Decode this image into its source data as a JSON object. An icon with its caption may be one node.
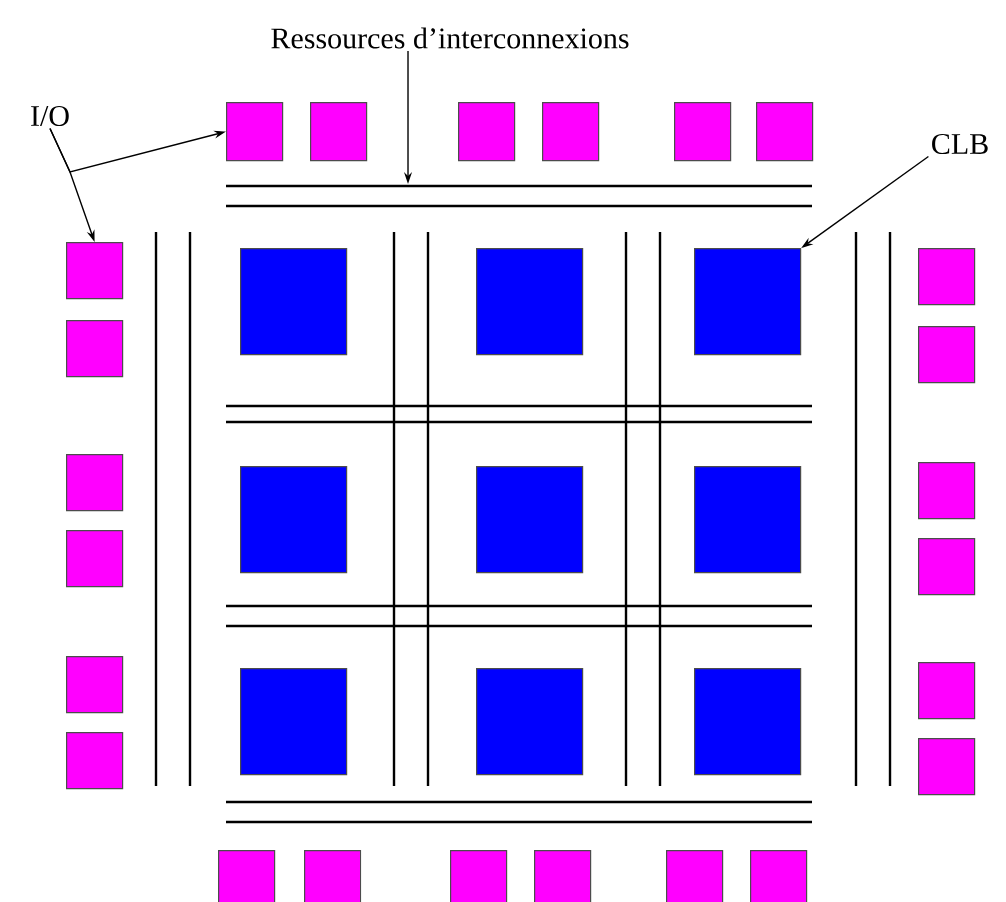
{
  "diagram": {
    "nodes": [
      {
        "text": [
          "Ressources d’interconnexions"
        ]
      },
      {
        "text": [
          "I/O"
        ]
      },
      {
        "text": [
          "CLB"
        ]
      },
      {
        "text": [],
        "shape": "box"
      },
      {
        "text": [],
        "shape": "box"
      },
      {
        "text": [],
        "shape": "box"
      },
      {
        "text": [],
        "shape": "box"
      },
      {
        "text": [],
        "shape": "box"
      },
      {
        "text": [],
        "shape": "box"
      },
      {
        "text": [],
        "shape": "box"
      },
      {
        "text": [],
        "shape": "box"
      },
      {
        "text": [],
        "shape": "box"
      },
      {
        "text": [],
        "shape": "box"
      },
      {
        "text": [],
        "shape": "box"
      },
      {
        "text": [],
        "shape": "box"
      },
      {
        "text": [],
        "shape": "box"
      },
      {
        "text": [],
        "shape": "box"
      },
      {
        "text": [],
        "shape": "box"
      },
      {
        "text": [],
        "shape": "box"
      },
      {
        "text": [],
        "shape": "box"
      },
      {
        "text": [],
        "shape": "box"
      },
      {
        "text": [],
        "shape": "box"
      },
      {
        "text": [],
        "shape": "box"
      },
      {
        "text": [],
        "shape": "box"
      },
      {
        "text": [],
        "shape": "box"
      },
      {
        "text": [],
        "shape": "box"
      },
      {
        "text": [],
        "shape": "box"
      },
      {
        "text": [],
        "shape": "box"
      },
      {
        "text": [],
        "shape": "box"
      },
      {
        "text": [],
        "shape": "box"
      },
      {
        "text": [],
        "shape": "box"
      },
      {
        "text": [],
        "shape": "box"
      },
      {
        "text": [],
        "shape": "box"
      },
      {
        "text": [],
        "shape": "box"
      },
      {
        "text": [],
        "shape": "box"
      },
      {
        "text": [],
        "shape": "box"
      }
    ],
    "edges": [
      {
        "from": 0,
        "to": null,
        "arrow": "to"
      },
      {
        "from": 1,
        "to": 3,
        "arrow": "to"
      },
      {
        "from": 1,
        "to": 9,
        "arrow": "to"
      },
      {
        "from": 2,
        "to": 17,
        "arrow": "to"
      }
    ]
  }
}
